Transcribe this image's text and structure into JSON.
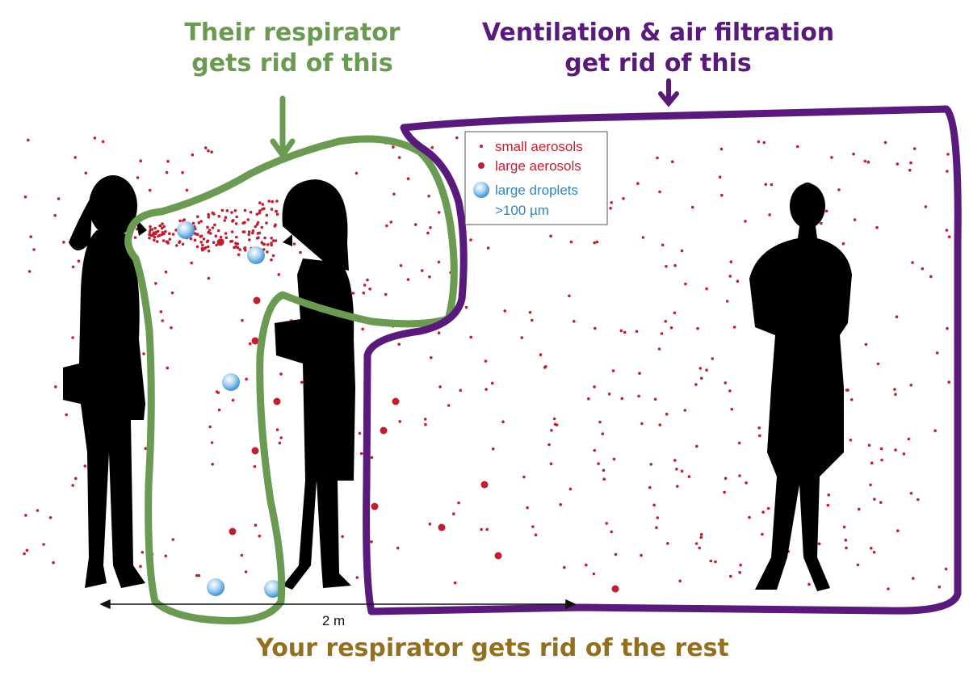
{
  "captions": {
    "their_respirator_line1": "Their respirator",
    "their_respirator_line2": "gets rid of this",
    "ventilation_line1": "Ventilation & air filtration",
    "ventilation_line2": "get rid of this",
    "your_respirator": "Your respirator gets rid of the rest"
  },
  "legend": {
    "small_aerosols": "small aerosols",
    "large_aerosols": "large aerosols",
    "large_droplets": "large droplets",
    "droplet_size": ">100 µm"
  },
  "distance_label": "2 m",
  "colors": {
    "green": "#6b9a52",
    "purple": "#5a1a7c",
    "gold": "#93701f",
    "aerosol_red": "#c01f30",
    "droplet_blue": "#4a9bd6"
  }
}
